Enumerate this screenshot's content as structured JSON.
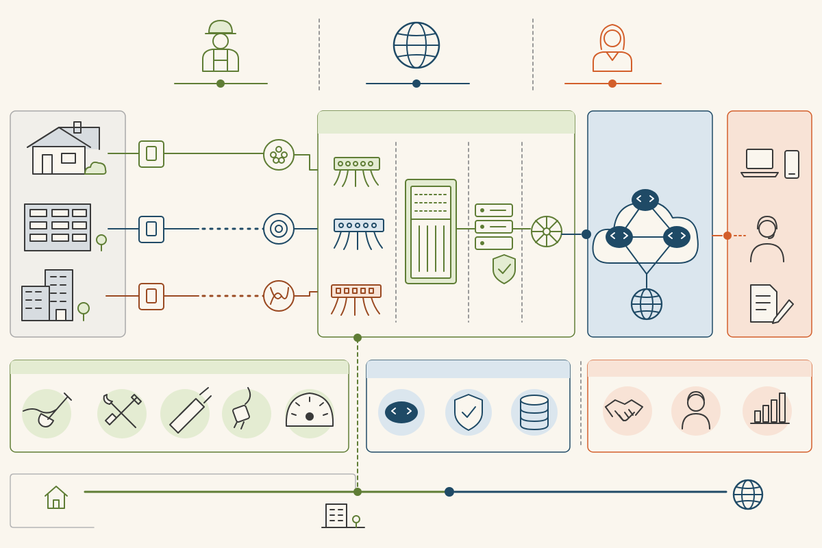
{
  "colors": {
    "background": "#faf6ee",
    "green": "#5f7d35",
    "green_fill": "#e4ecd2",
    "blue": "#1f4a66",
    "blue_fill": "#dbe6ee",
    "orange": "#d35f2b",
    "orange_fill": "#f8e3d6",
    "copper": "#9a4a22",
    "gray": "#3a3a3a"
  },
  "roles": [
    {
      "icon": "worker-hardhat-icon",
      "color": "green"
    },
    {
      "icon": "globe-icon",
      "color": "blue"
    },
    {
      "icon": "woman-agent-icon",
      "color": "orange"
    }
  ],
  "premises": [
    {
      "icon": "house-icon",
      "media": "fiber",
      "line_color": "green"
    },
    {
      "icon": "office-building-icon",
      "media": "coax",
      "line_color": "blue"
    },
    {
      "icon": "tower-building-icon",
      "media": "copper",
      "line_color": "copper"
    }
  ],
  "central_office": [
    "patch-panel-icon",
    "server-rack-icon",
    "server-stack-icon",
    "shield-check-icon",
    "wheel-router-icon"
  ],
  "core_network": [
    "cloud-icon",
    "router-icon",
    "router-icon",
    "router-icon",
    "globe-icon"
  ],
  "customer_side": [
    "laptop-icon",
    "phone-icon",
    "headset-agent-icon",
    "document-edit-icon"
  ],
  "field_tools": [
    "shovel-icon",
    "wrench-screwdriver-icon",
    "cable-tester-icon",
    "plug-icon",
    "gauge-icon"
  ],
  "network_tools": [
    "router-icon",
    "shield-check-icon",
    "database-icon"
  ],
  "service_tools": [
    "handshake-icon",
    "customer-icon",
    "bar-chart-icon"
  ],
  "timeline": [
    "home-icon",
    "building-icon",
    "globe-icon"
  ]
}
